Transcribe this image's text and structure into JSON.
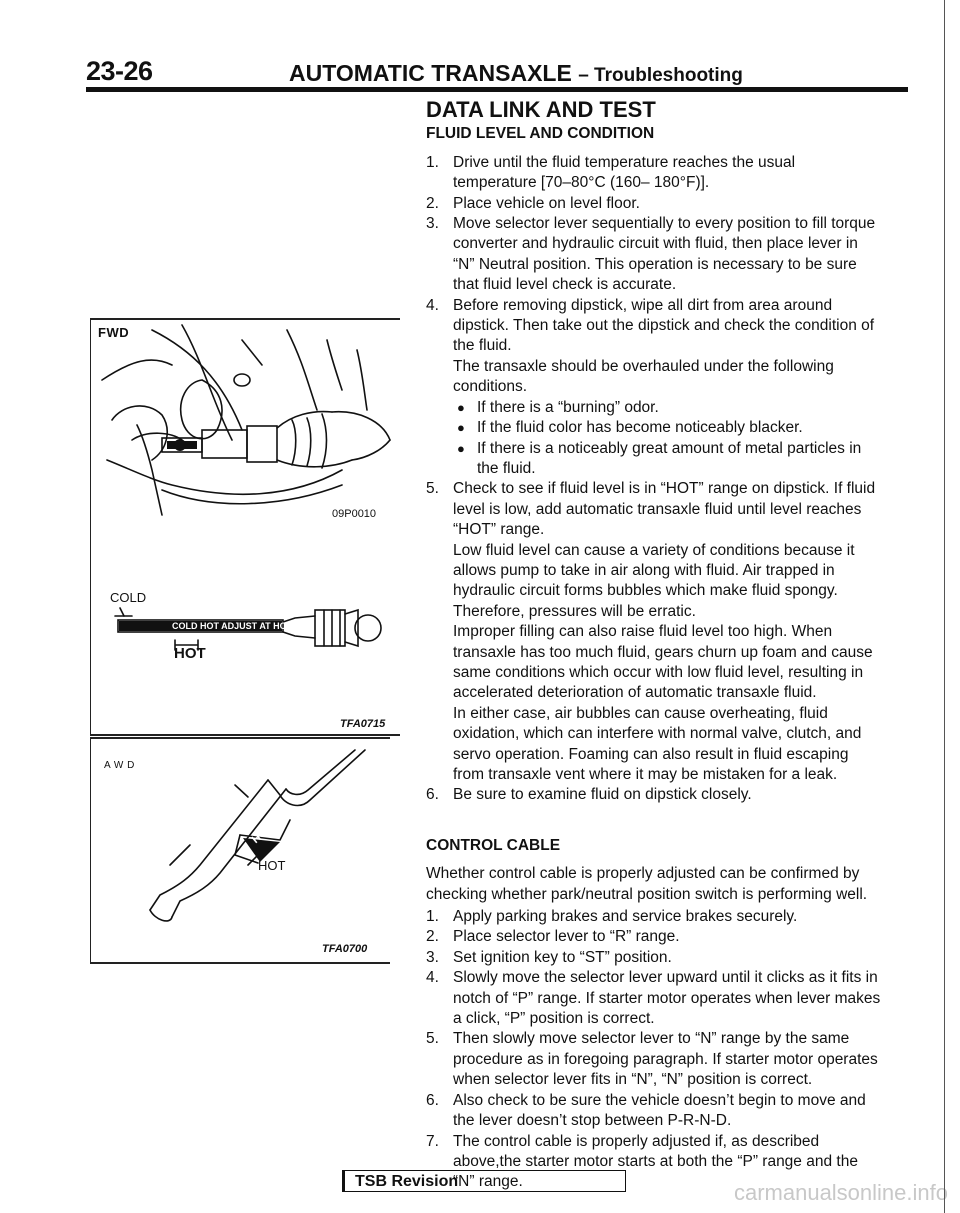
{
  "header": {
    "page_number": "23-26",
    "title": "AUTOMATIC TRANSAXLE",
    "subtitle": "– Troubleshooting"
  },
  "section": {
    "title": "DATA LINK AND TEST",
    "fluid": {
      "heading": "FLUID LEVEL AND CONDITION",
      "steps": [
        {
          "num": "1.",
          "text": "Drive until the fluid temperature reaches the usual temperature [70–80°C (160– 180°F)]."
        },
        {
          "num": "2.",
          "text": "Place vehicle on level floor."
        },
        {
          "num": "3.",
          "text": "Move selector lever sequentially to every position to fill torque converter and hydraulic circuit with fluid, then place lever in “N” Neutral position. This operation is necessary to be sure that fluid level check is accurate."
        },
        {
          "num": "4.",
          "text": "Before removing dipstick, wipe all dirt from area around dipstick. Then take out the dipstick and check the condition of the fluid."
        }
      ],
      "step4_note": "The transaxle should be overhauled under the following conditions.",
      "bullets": [
        "If there is a “burning” odor.",
        "If the fluid color has become noticeably blacker.",
        "If there is a noticeably great amount of metal particles in the fluid."
      ],
      "step5_num": "5.",
      "step5_paragraphs": [
        "Check to see if fluid level is in “HOT” range on dipstick. If fluid level is low, add automatic transaxle fluid until level reaches “HOT” range.",
        "Low fluid level can cause a variety of conditions because it allows pump to take in air along with fluid. Air trapped in hydraulic circuit forms bubbles which make fluid spongy. Therefore, pressures will be erratic.",
        "Improper filling can also raise fluid level too high. When transaxle has too much fluid, gears churn up foam and cause same conditions which occur with low fluid level, resulting in accelerated deterioration of automatic transaxle fluid.",
        "In either case, air bubbles can cause overheating, fluid oxidation, which can interfere with normal valve, clutch, and servo operation. Foaming can also result in fluid escaping from transaxle vent where it may be mistaken for a leak."
      ],
      "step6": {
        "num": "6.",
        "text": "Be sure to examine fluid on dipstick closely."
      }
    },
    "cable": {
      "heading": "CONTROL CABLE",
      "intro": "Whether control cable is properly adjusted can be confirmed by checking whether park/neutral position switch is performing well.",
      "steps": [
        {
          "num": "1.",
          "text": "Apply parking brakes and service brakes securely."
        },
        {
          "num": "2.",
          "text": "Place selector lever to “R” range."
        },
        {
          "num": "3.",
          "text": "Set ignition key to “ST” position."
        },
        {
          "num": "4.",
          "text": "Slowly move the selector lever upward until it clicks as it fits in notch of “P” range. If starter motor operates when lever makes a click, “P” position is correct."
        },
        {
          "num": "5.",
          "text": "Then slowly move selector lever to “N” range by the same procedure as in foregoing paragraph. If starter motor operates when selector lever fits in “N”, “N” position is correct."
        },
        {
          "num": "6.",
          "text": "Also check to be sure the vehicle doesn’t begin to move and the lever doesn’t stop between P-R-N-D."
        },
        {
          "num": "7.",
          "text": "The control cable is properly adjusted if, as described above,the starter motor starts at both the “P” range and the “N” range."
        }
      ]
    }
  },
  "figures": {
    "fig1": {
      "label": "FWD",
      "code": "09P0010"
    },
    "fig2": {
      "label_cold": "COLD",
      "label_hot": "HOT",
      "dipstick_text": "COLD  HOT ADJUST  AT  HOT",
      "code": "TFA0715"
    },
    "fig3": {
      "label": "A W D",
      "label_hot": "HOT",
      "stick_text": "HOT",
      "code": "TFA0700"
    }
  },
  "footer": {
    "tsb": "TSB Revision",
    "watermark": "carmanualsonline.info"
  }
}
